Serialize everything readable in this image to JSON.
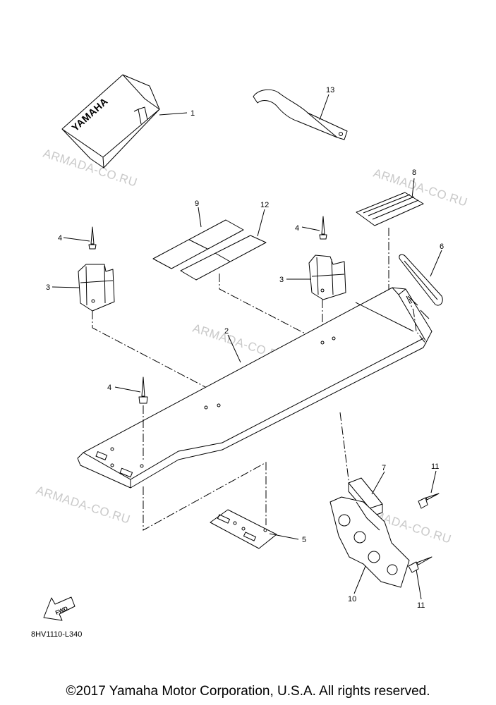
{
  "brand_label": "YAMAHA",
  "watermark": "ARMADA-CO.RU",
  "fwd_label": "FWD",
  "callouts": {
    "c1": "1",
    "c2": "2",
    "c3a": "3",
    "c3b": "3",
    "c4a": "4",
    "c4b": "4",
    "c4c": "4",
    "c5": "5",
    "c6": "6",
    "c7": "7",
    "c8": "8",
    "c9": "9",
    "c10": "10",
    "c11a": "11",
    "c11b": "11",
    "c12": "12",
    "c13": "13"
  },
  "diagram_code": "8HV1110-L340",
  "copyright": "©2017 Yamaha Motor Corporation, U.S.A. All rights reserved."
}
